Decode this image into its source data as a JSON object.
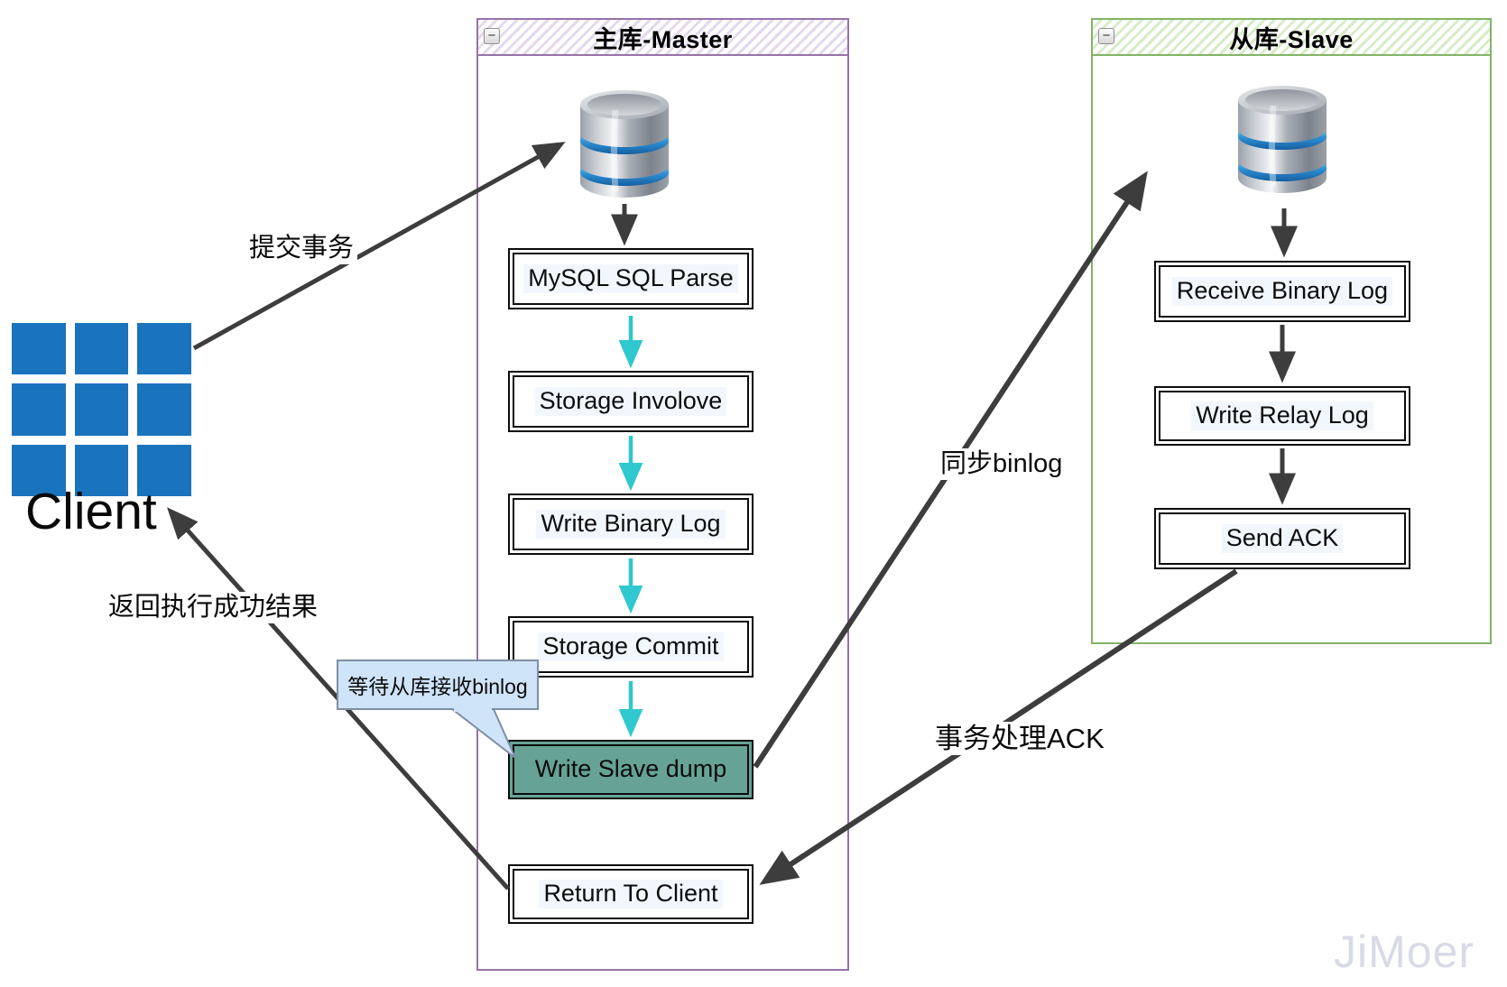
{
  "client": {
    "label": "Client"
  },
  "master": {
    "title": "主库-Master",
    "steps": [
      {
        "label": "MySQL SQL Parse"
      },
      {
        "label": "Storage Involove"
      },
      {
        "label": "Write Binary Log"
      },
      {
        "label": "Storage Commit"
      },
      {
        "label": "Write Slave dump",
        "highlight": true
      },
      {
        "label": "Return To Client"
      }
    ]
  },
  "slave": {
    "title": "从库-Slave",
    "steps": [
      {
        "label": "Receive Binary Log"
      },
      {
        "label": "Write Relay Log"
      },
      {
        "label": "Send ACK"
      }
    ]
  },
  "edges": {
    "submit_label": "提交事务",
    "return_label": "返回执行成功结果",
    "sync_label": "同步binlog",
    "ack_label": "事务处理ACK"
  },
  "callout": {
    "text": "等待从库接收binlog"
  },
  "watermark": "JiMoer",
  "ui": {
    "collapse_glyph": "−"
  },
  "colors": {
    "client_blue": "#1A73BD",
    "master_border": "#9673A6",
    "slave_border": "#82B366",
    "flow_arrow_cyan": "#2FC8CF",
    "arrow_dark": "#3D3D3D",
    "highlight_step_fill": "#66A396",
    "callout_fill": "#CFE3F9"
  }
}
